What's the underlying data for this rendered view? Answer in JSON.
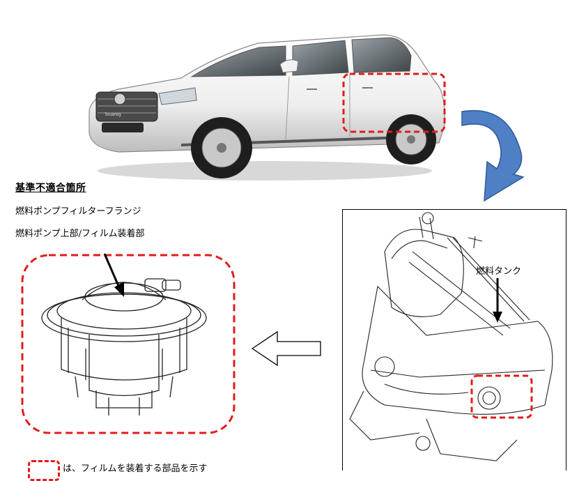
{
  "section_title": "基準不適合箇所",
  "part_lines": [
    "燃料ポンプフィルターフランジ",
    "燃料ポンプ上部/フィルム装着部"
  ],
  "tank_label": "燃料タンク",
  "legend_caption": "は、フィルムを装着する部品を示す",
  "vehicle_badge": "Touareg",
  "colors": {
    "highlight_dash": "#e21b1b",
    "curved_arrow_fill": "#4f7fc4",
    "curved_arrow_stroke": "#2f5a97"
  },
  "icons": [
    "curved-arrow-icon",
    "hollow-left-arrow-icon",
    "pointer-arrow-icon"
  ]
}
